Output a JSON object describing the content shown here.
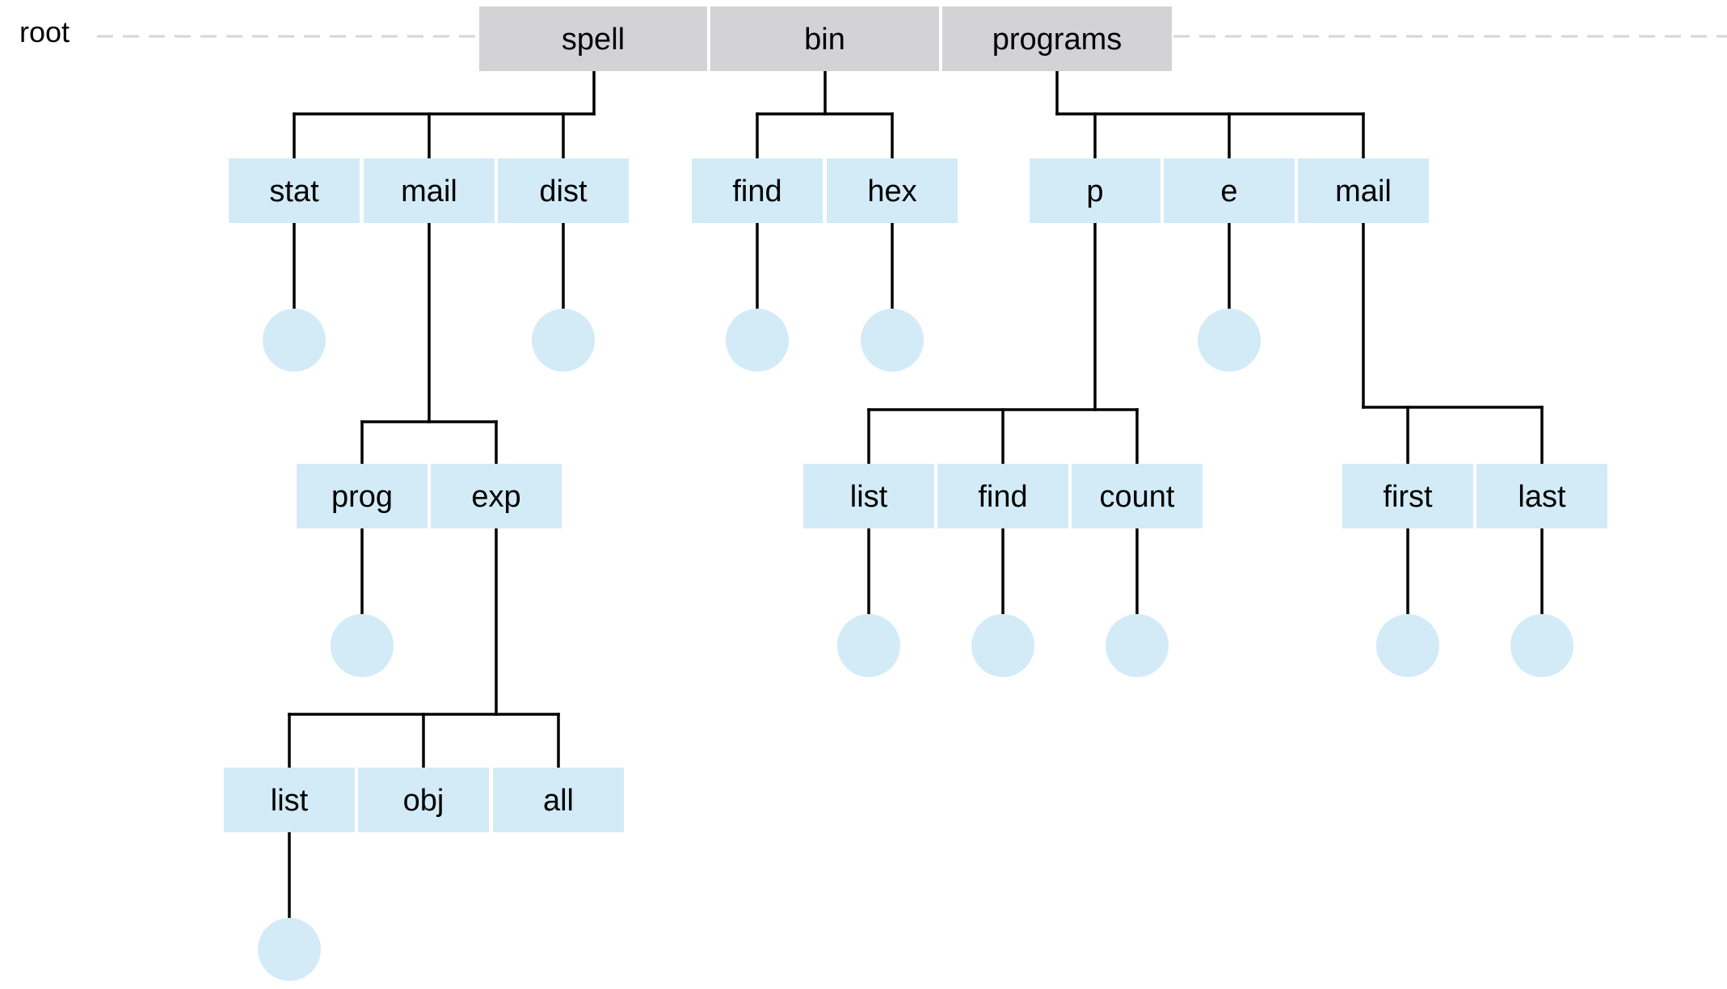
{
  "root_label": "root",
  "colors": {
    "root_key_fill": "#d3d3d5",
    "node_fill": "#d3ebf7",
    "leaf_fill": "#d3ebf7",
    "edge": "#000000",
    "dashed": "#d6d6d6",
    "text": "#000000"
  },
  "tree": {
    "keys": [
      {
        "label": "spell",
        "children": [
          {
            "label": "stat",
            "leaf": true
          },
          {
            "label": "mail",
            "children": [
              {
                "label": "prog",
                "leaf": true
              },
              {
                "label": "exp",
                "children": [
                  {
                    "label": "list",
                    "leaf": true
                  },
                  {
                    "label": "obj"
                  },
                  {
                    "label": "all"
                  }
                ]
              }
            ]
          },
          {
            "label": "dist",
            "leaf": true
          }
        ]
      },
      {
        "label": "bin",
        "children": [
          {
            "label": "find",
            "leaf": true
          },
          {
            "label": "hex",
            "leaf": true
          }
        ]
      },
      {
        "label": "programs",
        "children": [
          {
            "label": "p",
            "children": [
              {
                "label": "list",
                "leaf": true
              },
              {
                "label": "find",
                "leaf": true
              },
              {
                "label": "count",
                "leaf": true
              }
            ]
          },
          {
            "label": "e",
            "leaf": true
          },
          {
            "label": "mail",
            "children": [
              {
                "label": "first",
                "leaf": true
              },
              {
                "label": "last",
                "leaf": true
              }
            ]
          }
        ]
      }
    ]
  }
}
